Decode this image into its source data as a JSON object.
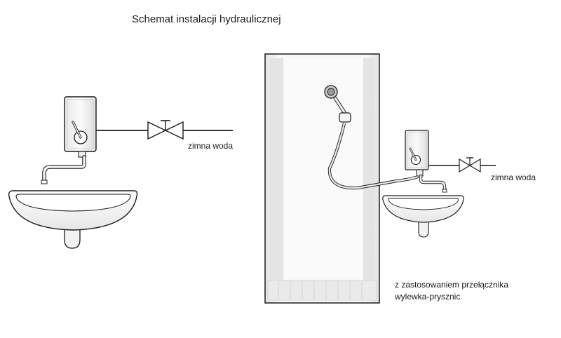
{
  "diagram": {
    "title": "Schemat instalacji hydraulicznej",
    "left_setup": {
      "pipe_label": "zimna woda",
      "components": [
        "water-heater",
        "shutoff-valve",
        "faucet-spout",
        "washbasin"
      ]
    },
    "right_setup": {
      "pipe_label": "zimna woda",
      "note_line1": "z zastosowaniem przełącznika",
      "note_line2": "wylewka-prysznic",
      "components": [
        "shower-cabin",
        "shower-head",
        "shower-hose",
        "water-heater",
        "shutoff-valve",
        "faucet-spout",
        "washbasin"
      ]
    }
  },
  "colors": {
    "line": "#1a1a1a",
    "heater_fill": "#f4f4f4",
    "cabin_fill": "#f0f0f0",
    "cabin_strip": "#e2e2e2",
    "basin_fill": "#f6f6f6"
  }
}
